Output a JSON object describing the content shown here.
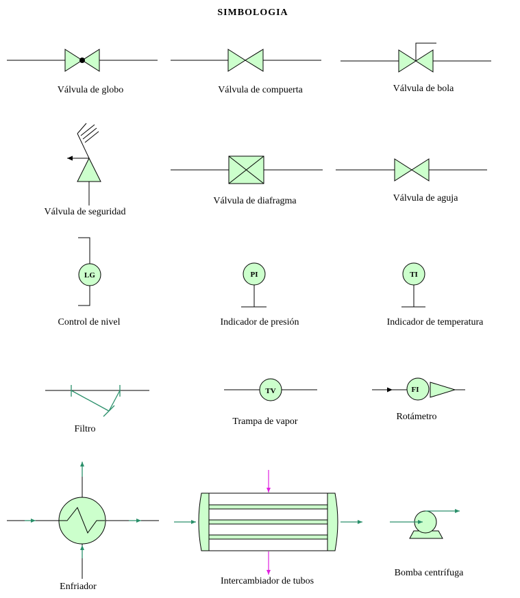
{
  "title": "SIMBOLOGIA",
  "labels": {
    "globe_valve": "Válvula de globo",
    "gate_valve": "Válvula de compuerta",
    "ball_valve": "Válvula de bola",
    "safety_valve": "Válvula de seguridad",
    "diaphragm_valve": "Válvula de diafragma",
    "needle_valve": "Válvula de aguja",
    "level_control": "Control de nivel",
    "pressure_indicator": "Indicador de presión",
    "temperature_indicator": "Indicador de temperatura",
    "filter": "Filtro",
    "steam_trap": "Trampa de vapor",
    "rotameter": "Rotámetro",
    "cooler": "Enfriador",
    "tube_exchanger": "Intercambiador de tubos",
    "centrifugal_pump": "Bomba centrífuga"
  },
  "tags": {
    "lg": "LG",
    "pi": "PI",
    "ti": "TI",
    "tv": "TV",
    "fi": "FI"
  },
  "colors": {
    "fill": "#ccffcc",
    "stream": "#2a8f6a",
    "utility": "#e020e0"
  }
}
